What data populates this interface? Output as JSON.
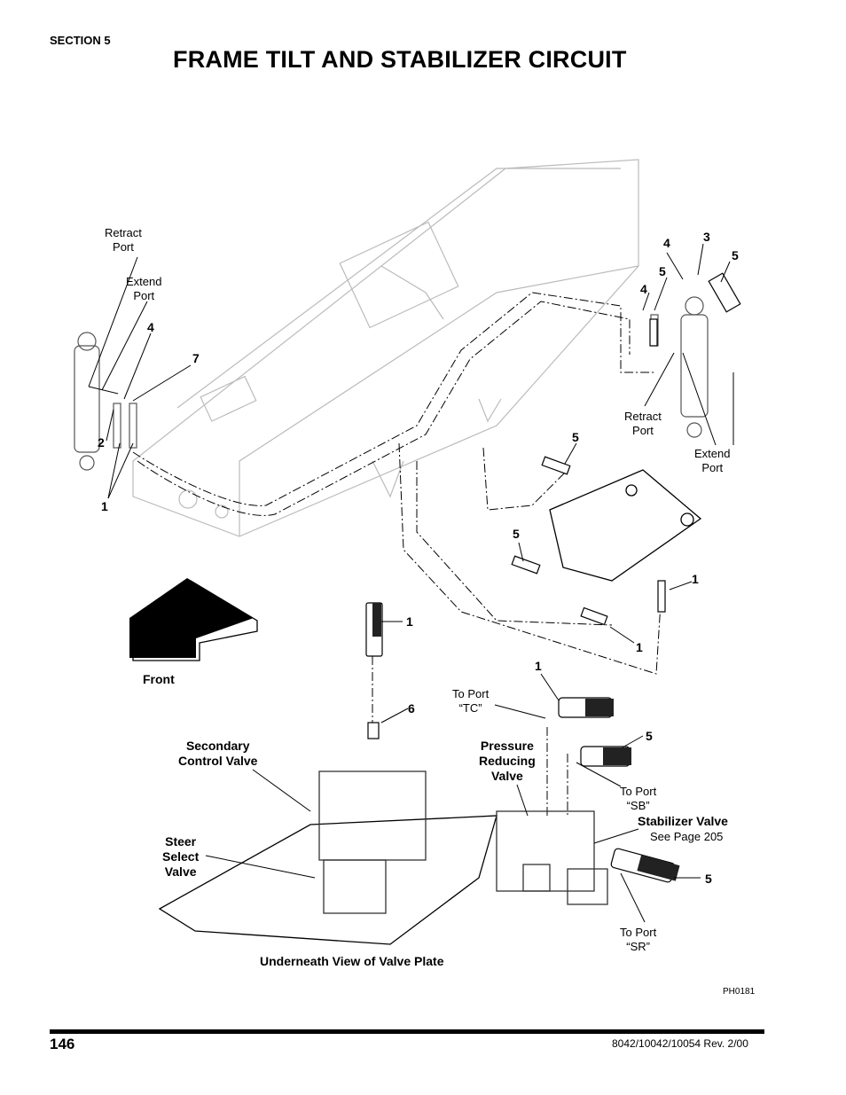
{
  "header": {
    "section": "SECTION 5",
    "title": "FRAME TILT AND STABILIZER CIRCUIT"
  },
  "labels": {
    "retract_port_left": "Retract\nPort",
    "extend_port_left": "Extend\nPort",
    "retract_port_right": "Retract\nPort",
    "extend_port_right": "Extend\nPort",
    "front": "Front",
    "secondary_control_valve": "Secondary\nControl Valve",
    "steer_select_valve": "Steer\nSelect\nValve",
    "pressure_reducing_valve": "Pressure\nReducing\nValve",
    "to_port_tc": "To Port\n“TC”",
    "to_port_sb": "To Port\n“SB”",
    "to_port_sr": "To Port\n“SR”",
    "stabilizer_valve": "Stabilizer Valve",
    "see_page": "See Page 205",
    "underneath_view": "Underneath View of Valve Plate",
    "figure_id": "PH0181"
  },
  "callouts": [
    "4",
    "7",
    "2",
    "1",
    "4",
    "3",
    "5",
    "5",
    "4",
    "5",
    "5",
    "1",
    "1",
    "1",
    "1",
    "6",
    "5",
    "5"
  ],
  "footer": {
    "page_number": "146",
    "revision": "8042/10042/10054 Rev. 2/00"
  }
}
